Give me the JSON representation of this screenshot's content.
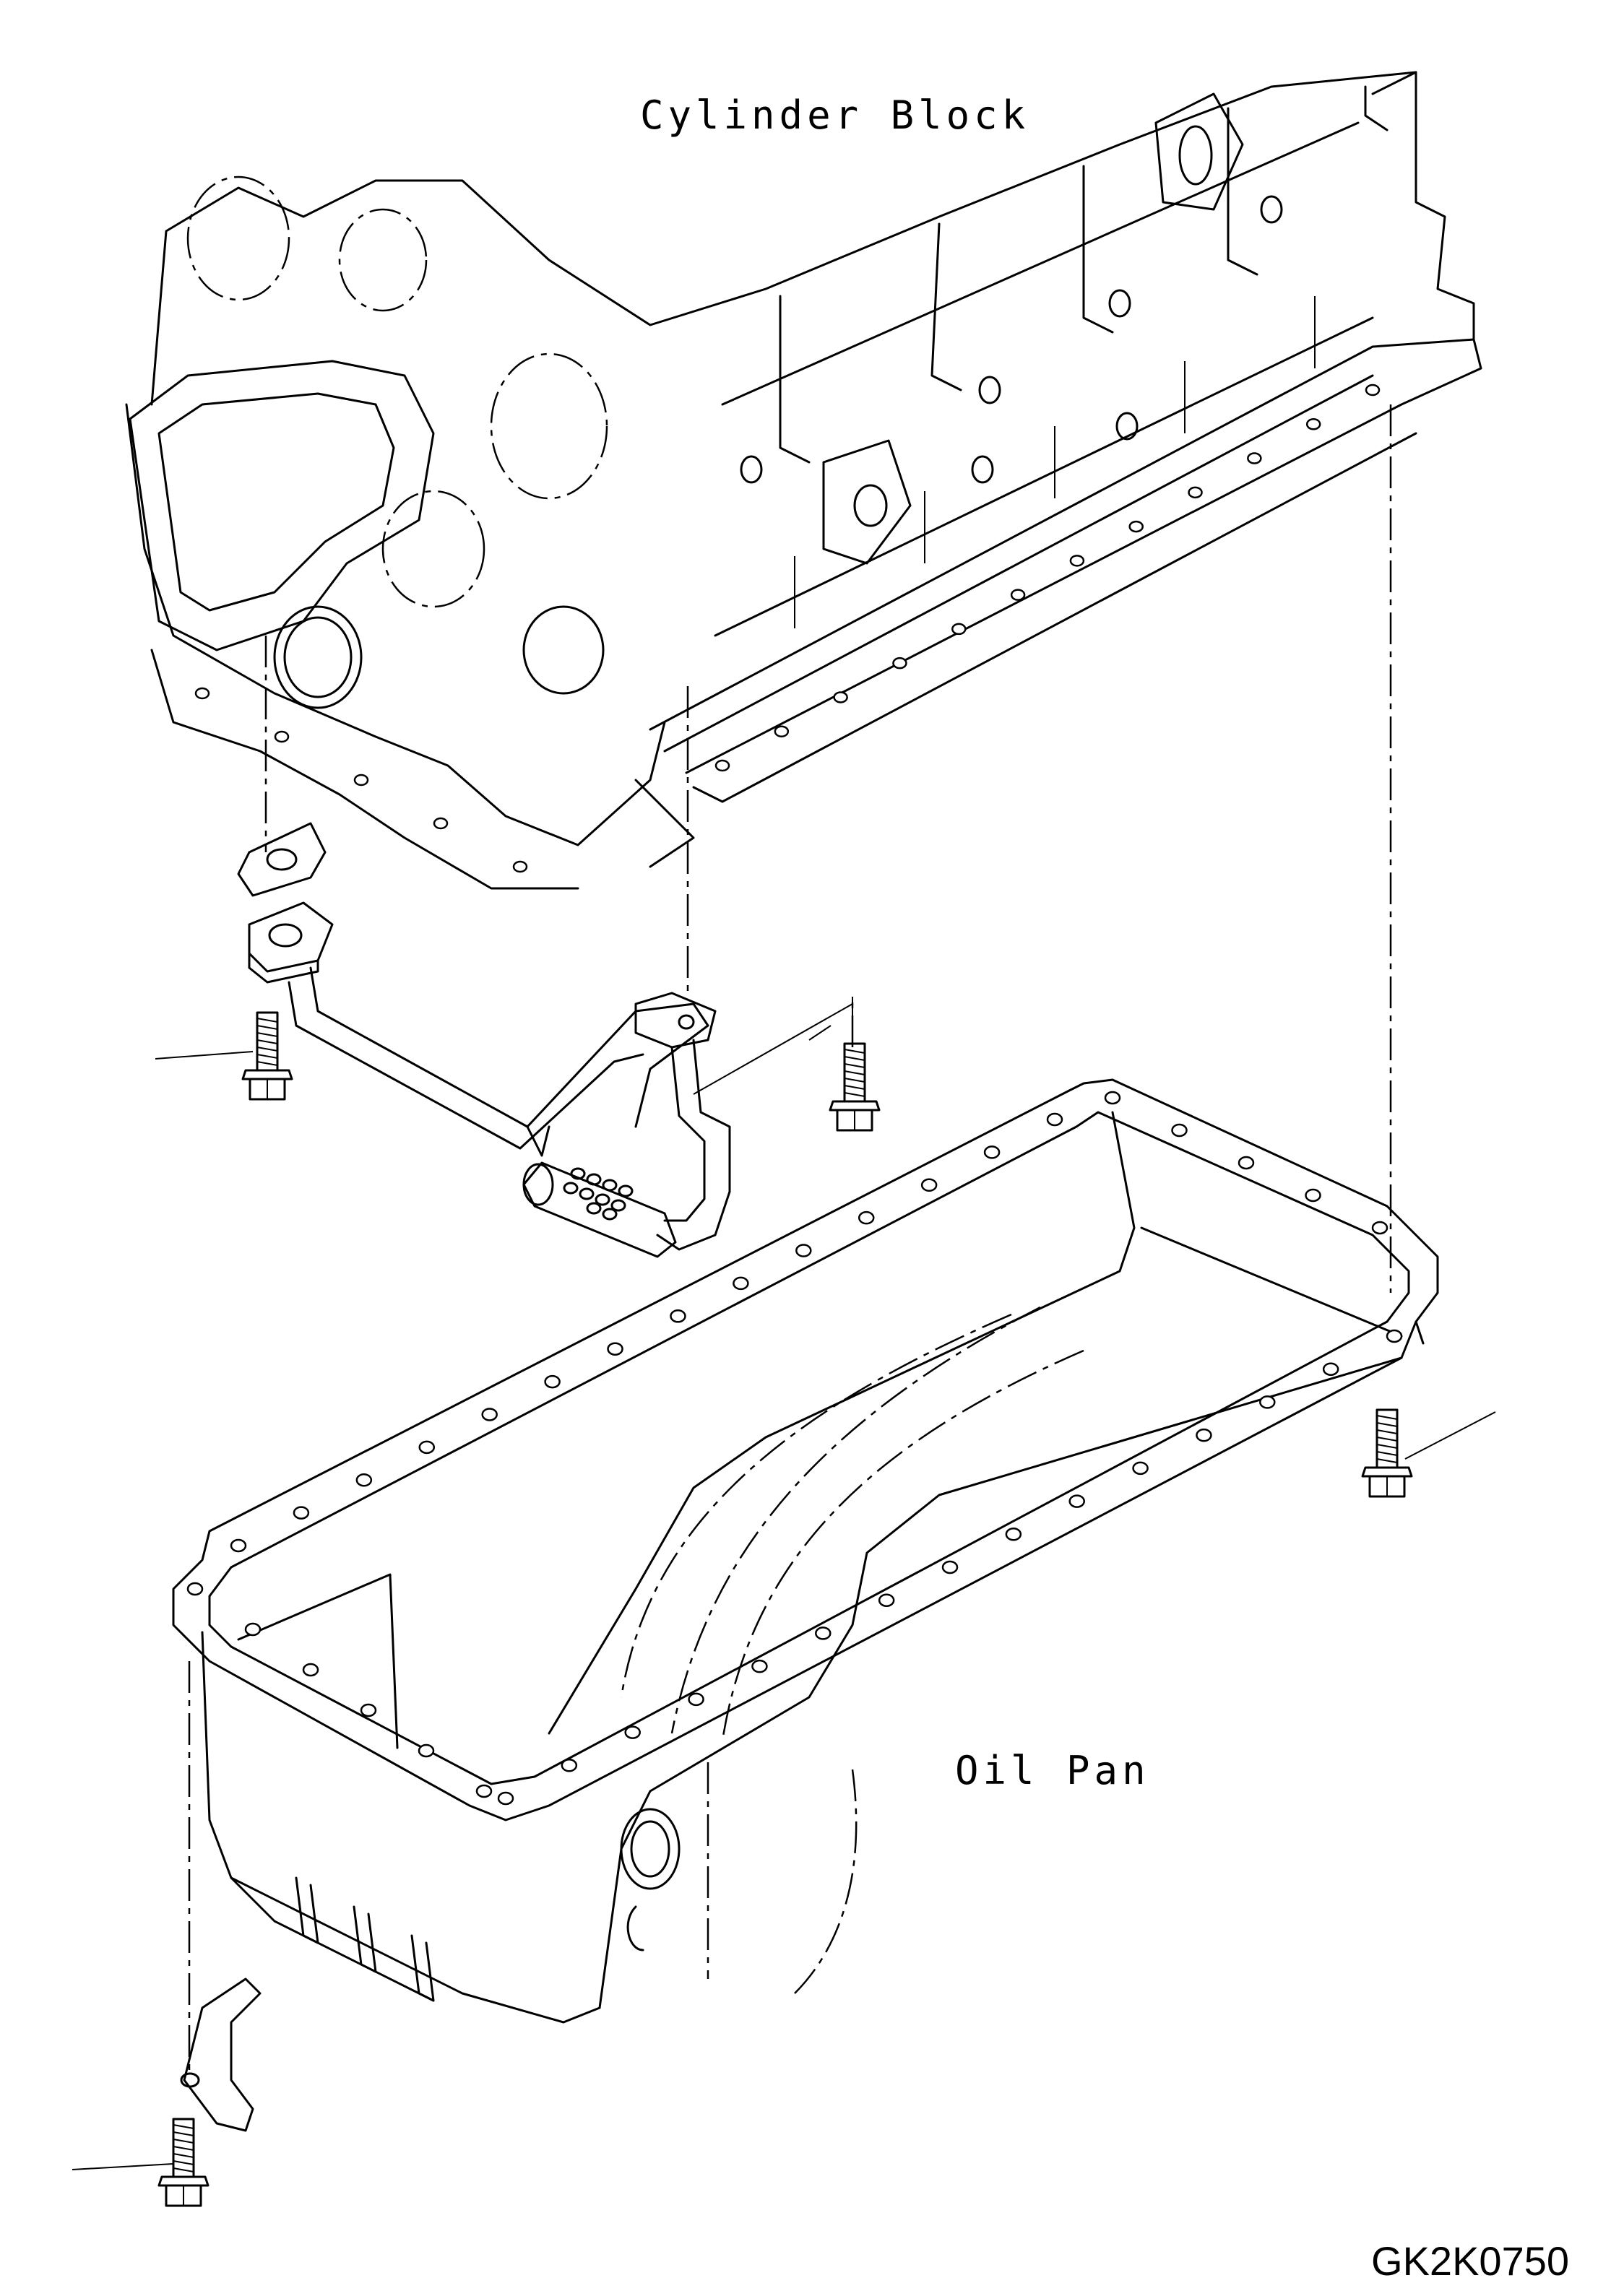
{
  "labels": {
    "cylinder_block": "Cylinder Block",
    "oil_pan": "Oil Pan",
    "figure_code": "GK2K0750"
  },
  "callouts": [
    {
      "name": "bolt-left"
    },
    {
      "name": "bolt-center"
    },
    {
      "name": "bolt-right"
    },
    {
      "name": "bolt-bottom"
    }
  ]
}
